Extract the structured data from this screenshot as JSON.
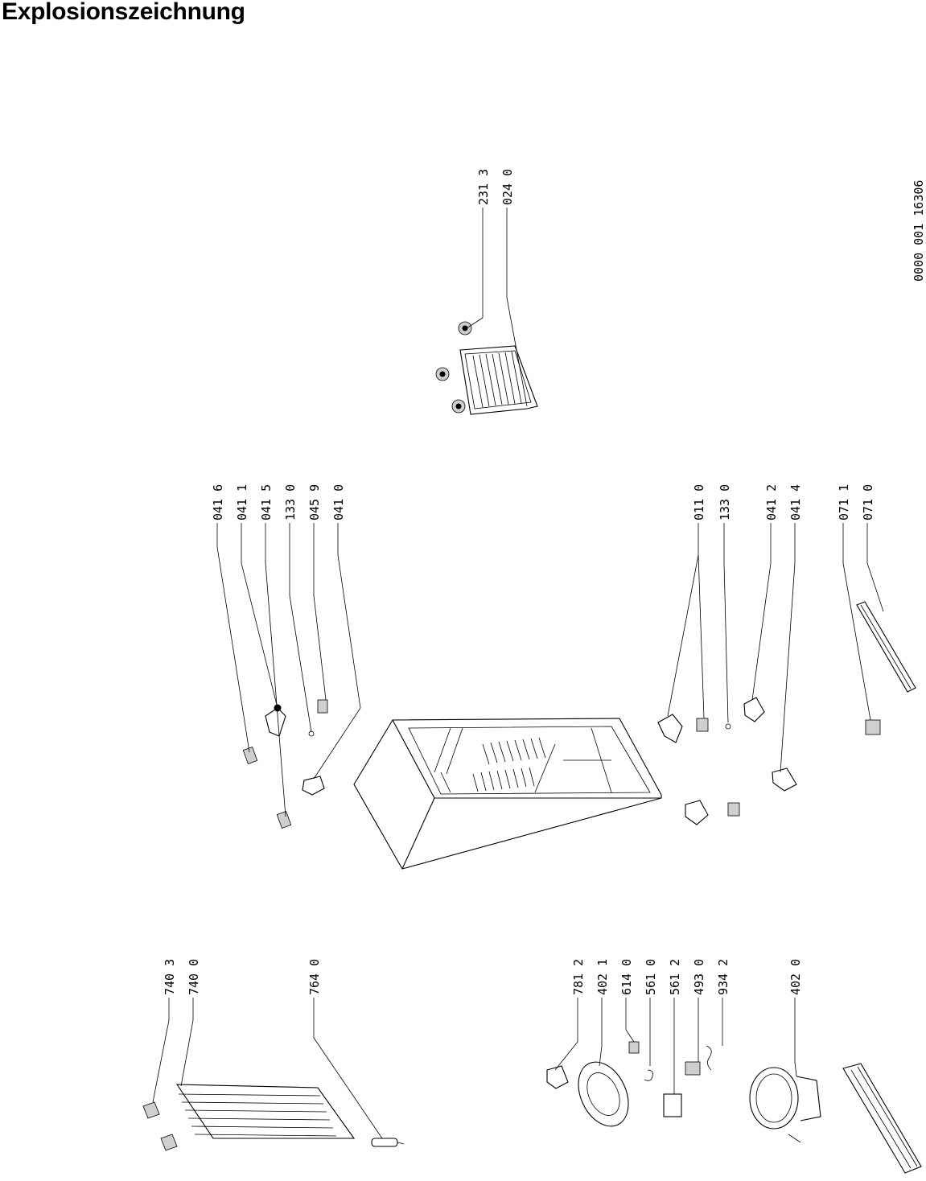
{
  "title": "Explosionszeichnung",
  "drawing_number": "0000 001  16306",
  "part_numbers": [
    "231 3",
    "024 0",
    "041 6",
    "041 1",
    "041 5",
    "133 0",
    "045 9",
    "041 0",
    "011 0",
    "133 0",
    "041 2",
    "041 4",
    "071 1",
    "071 0",
    "740 3",
    "740 0",
    "764 0",
    "781 2",
    "402 1",
    "614 0",
    "561 0",
    "561 2",
    "493 0",
    "934 2",
    "402 0"
  ],
  "colors": {
    "line": "#000000",
    "background": "#ffffff"
  }
}
